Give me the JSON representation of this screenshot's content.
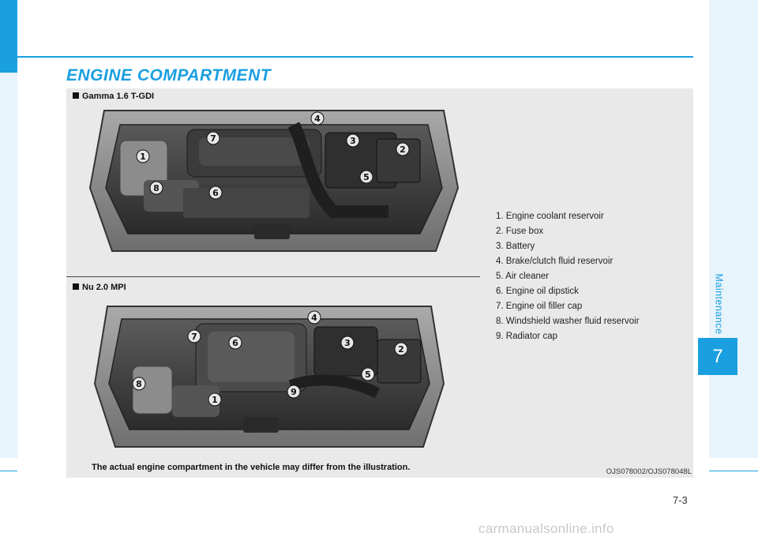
{
  "header": {
    "title": "ENGINE COMPARTMENT"
  },
  "sections": [
    {
      "label": "Gamma 1.6 T-GDI"
    },
    {
      "label": "Nu 2.0 MPI"
    }
  ],
  "figure1_callouts": [
    "1",
    "2",
    "3",
    "4",
    "5",
    "6",
    "7",
    "8"
  ],
  "figure2_callouts": [
    "1",
    "2",
    "3",
    "4",
    "5",
    "6",
    "7",
    "8",
    "9"
  ],
  "legend": [
    "1. Engine coolant reservoir",
    "2. Fuse box",
    "3. Battery",
    "4. Brake/clutch fluid reservoir",
    "5. Air cleaner",
    "6. Engine oil dipstick",
    "7. Engine oil filler cap",
    "8. Windshield washer fluid reservoir",
    "9. Radiator cap"
  ],
  "caption": "The actual engine compartment in the vehicle may differ from the illustration.",
  "figure_code": "OJS078002/OJS078048L",
  "sidebar": {
    "section": "Maintenance",
    "chapter": "7"
  },
  "footer": {
    "page_number": "7-3",
    "watermark": "carmanualsonline.info"
  }
}
